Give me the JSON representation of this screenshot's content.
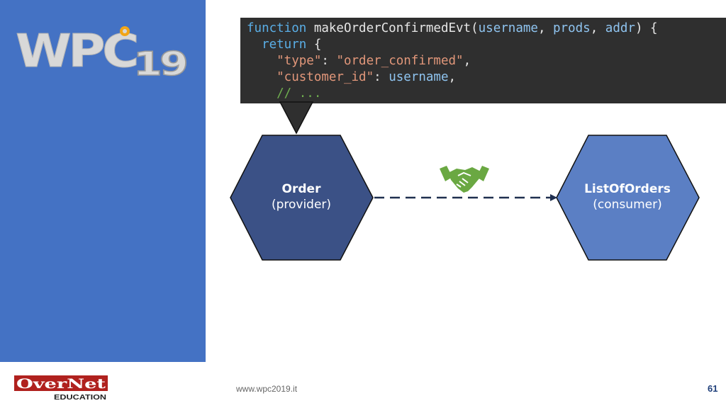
{
  "logo": {
    "text_main": "WPC",
    "text_year": "19"
  },
  "code": {
    "lines": [
      [
        {
          "t": "kw",
          "v": "function "
        },
        {
          "t": "fn",
          "v": "makeOrderConfirmedEvt"
        },
        {
          "t": "punc",
          "v": "("
        },
        {
          "t": "param",
          "v": "username"
        },
        {
          "t": "punc",
          "v": ", "
        },
        {
          "t": "param",
          "v": "prods"
        },
        {
          "t": "punc",
          "v": ", "
        },
        {
          "t": "param",
          "v": "addr"
        },
        {
          "t": "punc",
          "v": ") {"
        }
      ],
      [
        {
          "t": "kw",
          "v": "  return "
        },
        {
          "t": "punc",
          "v": "{"
        }
      ],
      [
        {
          "t": "str",
          "v": "    \"type\""
        },
        {
          "t": "punc",
          "v": ": "
        },
        {
          "t": "str",
          "v": "\"order_confirmed\""
        },
        {
          "t": "punc",
          "v": ","
        }
      ],
      [
        {
          "t": "str",
          "v": "    \"customer_id\""
        },
        {
          "t": "punc",
          "v": ": "
        },
        {
          "t": "param",
          "v": "username"
        },
        {
          "t": "punc",
          "v": ","
        }
      ],
      [
        {
          "t": "cmt",
          "v": "    // ..."
        }
      ]
    ]
  },
  "diagram": {
    "provider": {
      "name": "Order",
      "role": "(provider)"
    },
    "consumer": {
      "name": "ListOfOrders",
      "role": "(consumer)"
    },
    "contract_icon": "handshake-icon"
  },
  "footer": {
    "url": "www.wpc2019.it",
    "page": "61",
    "brand_top": "OverNet",
    "brand_bottom": "EDUCATION"
  },
  "colors": {
    "sidebar": "#4472c4",
    "provider_hex": "#3b5186",
    "consumer_hex": "#5b7fc4",
    "handshake": "#6aa842",
    "code_bg": "#2f2f2f",
    "brand_red": "#b0211e"
  }
}
